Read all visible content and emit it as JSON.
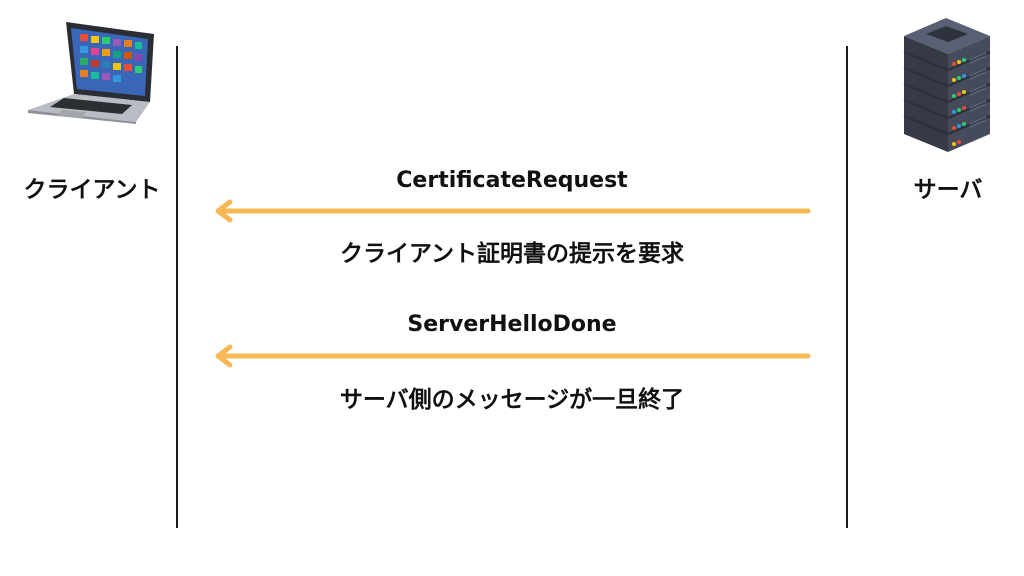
{
  "actors": {
    "client": {
      "label": "クライアント",
      "icon": "laptop-icon"
    },
    "server": {
      "label": "サーバ",
      "icon": "server-rack-icon"
    }
  },
  "messages": [
    {
      "name": "CertificateRequest",
      "description": "クライアント証明書の提示を要求",
      "direction": "server-to-client"
    },
    {
      "name": "ServerHelloDone",
      "description": "サーバ側のメッセージが一旦終了",
      "direction": "server-to-client"
    }
  ],
  "colors": {
    "arrow": "#f7b955",
    "lifeline": "#1a1a1a",
    "server_body": "#3f4553",
    "laptop_body": "#b9bcc2"
  }
}
